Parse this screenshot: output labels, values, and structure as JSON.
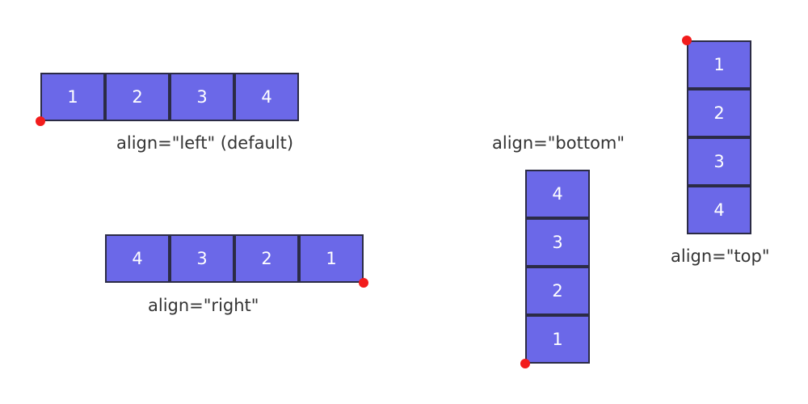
{
  "colors": {
    "cell_fill": "#6b68e8",
    "cell_border": "#2b2b45",
    "cell_text": "#ffffff",
    "origin_dot": "#f21c1c",
    "caption_text": "#333333"
  },
  "groups": {
    "left": {
      "caption": "align=\"left\" (default)",
      "cells": [
        "1",
        "2",
        "3",
        "4"
      ]
    },
    "right": {
      "caption": "align=\"right\"",
      "cells": [
        "4",
        "3",
        "2",
        "1"
      ]
    },
    "bottom": {
      "caption": "align=\"bottom\"",
      "cells": [
        "4",
        "3",
        "2",
        "1"
      ]
    },
    "top": {
      "caption": "align=\"top\"",
      "cells": [
        "1",
        "2",
        "3",
        "4"
      ]
    }
  }
}
